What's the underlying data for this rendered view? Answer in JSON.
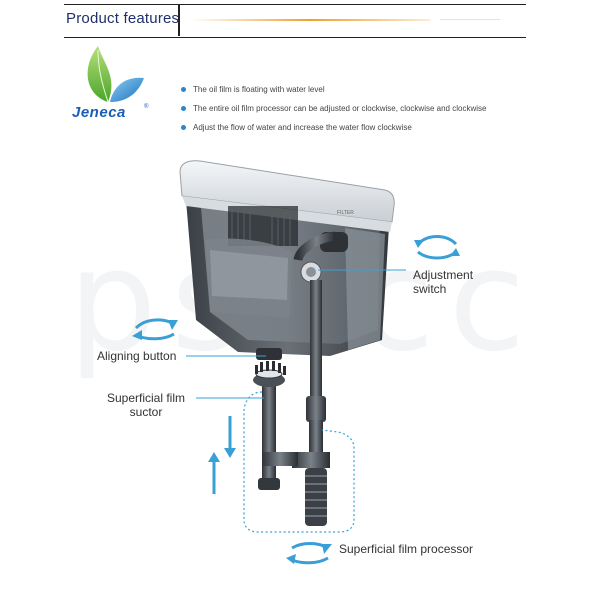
{
  "header": {
    "title": "Product features"
  },
  "logo": {
    "brand_name": "Jeneca",
    "registered_mark": "®"
  },
  "features": [
    "The oil film is floating with water level",
    "The entire oil film processor can be adjusted or clockwise, clockwise and clockwise",
    "Adjust the flow of water and increase the water flow clockwise"
  ],
  "product": {
    "device_label": "FILTER"
  },
  "watermark": "psacc",
  "callouts": {
    "adjustment_switch": [
      "Adjustment",
      "switch"
    ],
    "aligning_button": "Aligning button",
    "superficial_film_suctor": [
      "Superficial film",
      "suctor"
    ],
    "superficial_film_processor": "Superficial film processor"
  },
  "colors": {
    "header_text": "#1f2f6e",
    "accent_line": "#f0a030",
    "bullet": "#2a86c8",
    "arrow": "#3a9fd6",
    "logo_green": "#6cbf3a",
    "logo_blue": "#1a5eb8"
  }
}
